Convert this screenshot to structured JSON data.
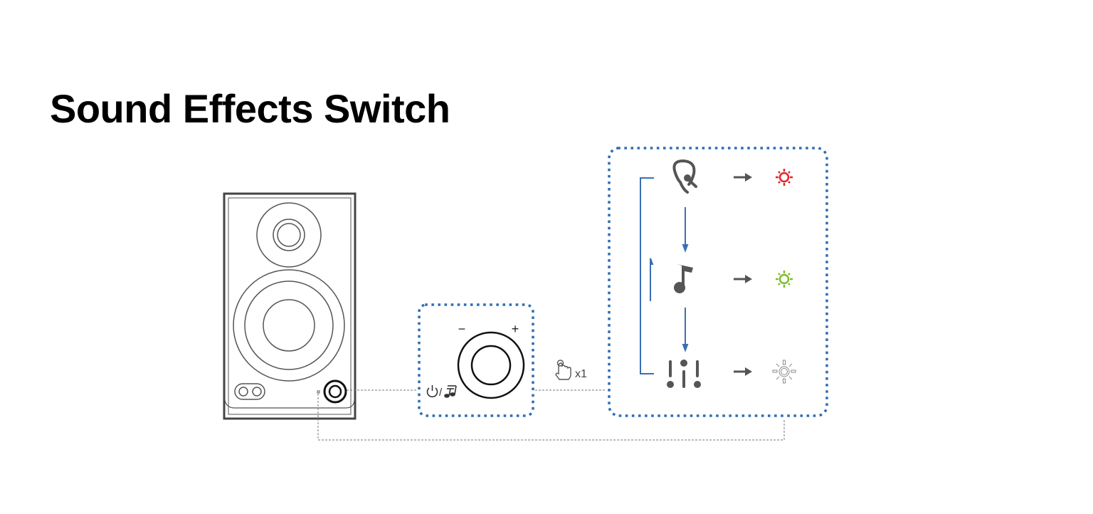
{
  "title": "Sound Effects Switch",
  "colors": {
    "accent_blue": "#3a6fb5",
    "dotted_border": "#2f6db3",
    "icon_gray": "#555555",
    "led_red": "#e0242b",
    "led_green": "#7dbe2b",
    "led_off": "#8a8a8a"
  },
  "knob_panel": {
    "minus_label": "−",
    "plus_label": "+",
    "button_label": "power / sound-effect",
    "icons": [
      "power-icon",
      "music-notes-icon"
    ],
    "separator": "/"
  },
  "press_action": {
    "icon": "finger-press-icon",
    "label": "x1"
  },
  "modes": [
    {
      "name": "vocal",
      "icon": "ear-icon",
      "led_color": "red"
    },
    {
      "name": "music",
      "icon": "music-note-icon",
      "led_color": "green"
    },
    {
      "name": "eq-custom",
      "icon": "equalizer-icon",
      "led_color": "off"
    }
  ]
}
